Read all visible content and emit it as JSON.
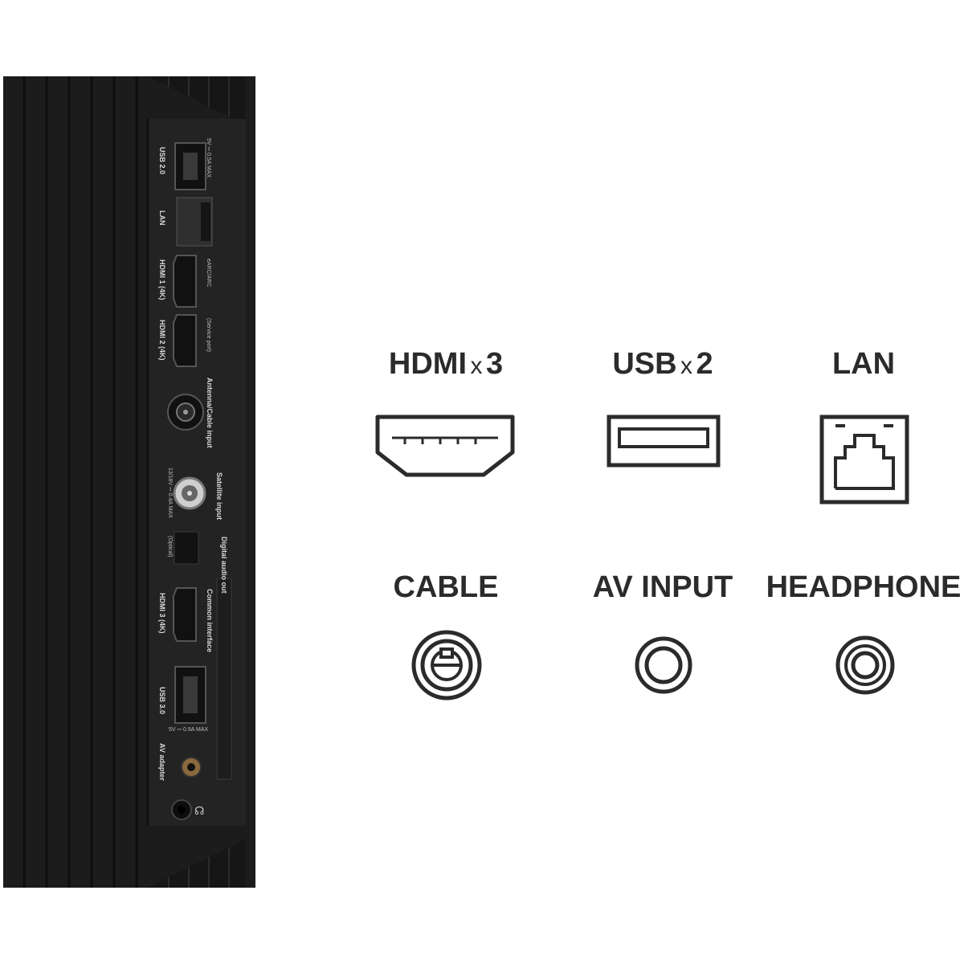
{
  "features": {
    "hdmi": {
      "name": "HDMI",
      "multiplier": "x",
      "count": "3"
    },
    "usb": {
      "name": "USB",
      "multiplier": "x",
      "count": "2"
    },
    "lan": {
      "name": "LAN"
    },
    "cable": {
      "name": "CABLE"
    },
    "av_input": {
      "name": "AV INPUT"
    },
    "headphone": {
      "name": "HEADPHONE"
    }
  },
  "tv_panel": {
    "usb2": "USB 2.0",
    "usb2_spec": "5V ⎓ 0.5A MAX",
    "lan": "LAN",
    "hdmi1": "HDMI 1 (4K)",
    "hdmi1_note": "eARC/ARC",
    "hdmi2": "HDMI 2 (4K)",
    "hdmi2_note": "(Service port)",
    "antenna": "Antenna/Cable input",
    "satellite": "Satellite input",
    "satellite_spec": "13/18V ⎓ 0.4A MAX",
    "digital_audio": "Digital audio out",
    "optical": "(Optical)",
    "hdmi3": "HDMI 3 (4K)",
    "common_interface": "Common interface",
    "usb3": "USB 3.0",
    "usb3_spec": "5V ⎓ 0.9A MAX",
    "av_adapter": "AV adapter"
  },
  "colors": {
    "tv_body": "#1c1c1c",
    "panel": "#232323",
    "icon_stroke": "#2b2b2b"
  }
}
